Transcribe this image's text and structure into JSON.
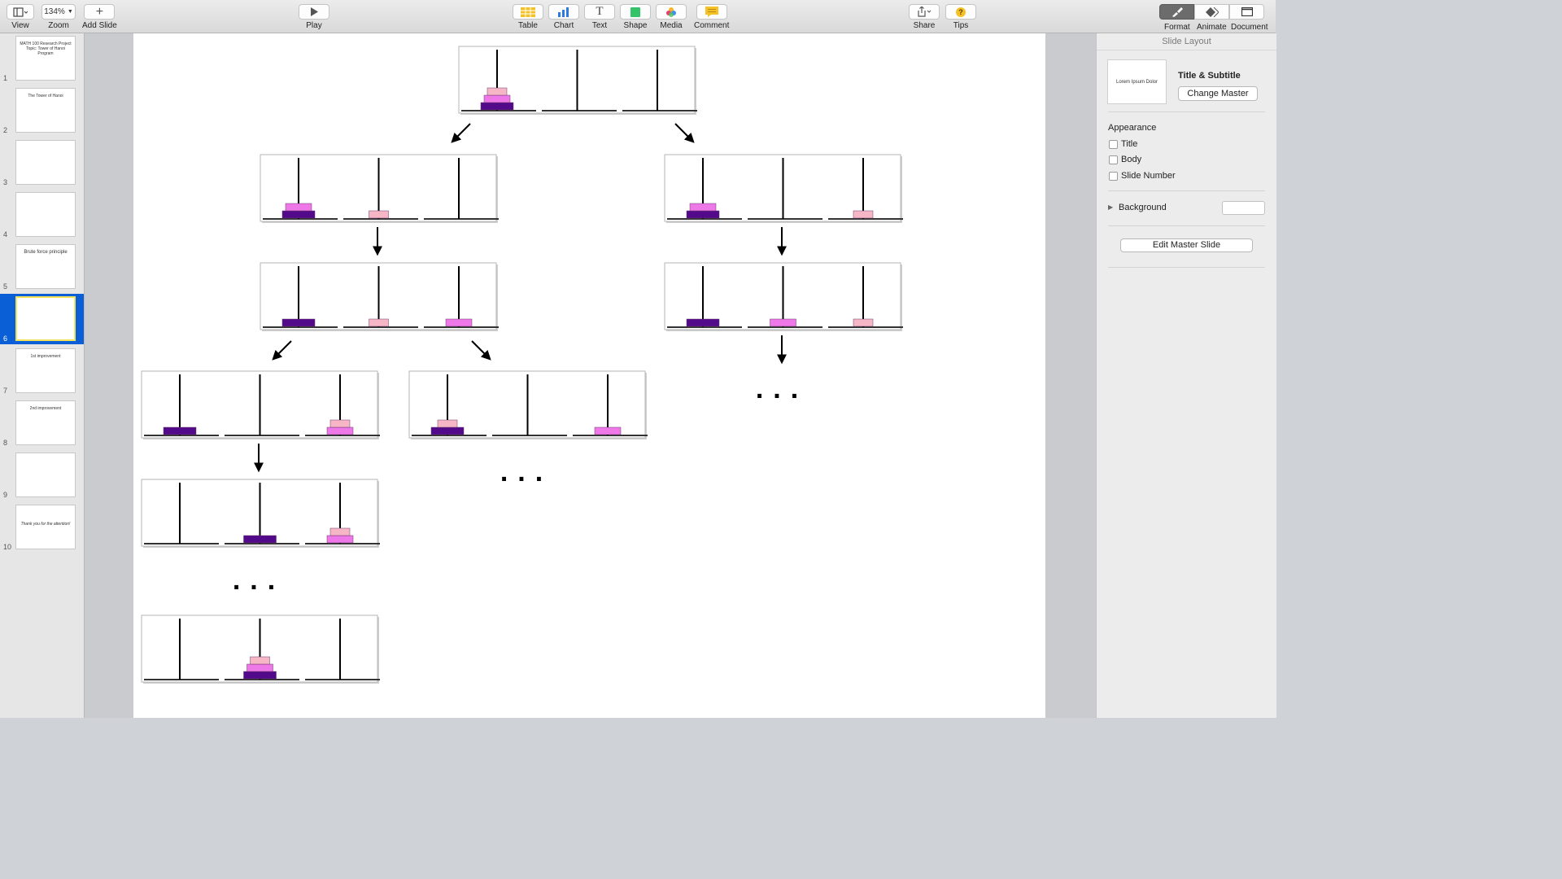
{
  "toolbar": {
    "view": "View",
    "zoom_value": "134%",
    "zoom": "Zoom",
    "add_slide": "Add Slide",
    "play": "Play",
    "table": "Table",
    "chart": "Chart",
    "text": "Text",
    "shape": "Shape",
    "media": "Media",
    "comment": "Comment",
    "share": "Share",
    "tips": "Tips",
    "format": "Format",
    "animate": "Animate",
    "document": "Document"
  },
  "navigator": {
    "selected": 6,
    "slides": [
      {
        "num": "1",
        "text": "MATH 100 Research Project Topic: Tower of Hanoi Program"
      },
      {
        "num": "2",
        "text": "The Tower of Hanoi"
      },
      {
        "num": "3",
        "text": ""
      },
      {
        "num": "4",
        "text": ""
      },
      {
        "num": "5",
        "text": "Brute force principle"
      },
      {
        "num": "6",
        "text": ""
      },
      {
        "num": "7",
        "text": "1st improvement"
      },
      {
        "num": "8",
        "text": "2nd improvement"
      },
      {
        "num": "9",
        "text": ""
      },
      {
        "num": "10",
        "text": "Thank you for the attention!"
      }
    ]
  },
  "colors": {
    "disk_small": "#f6b6c6",
    "disk_medium": "#ee78e8",
    "disk_large": "#520a8a",
    "selection": "#0b5fd6",
    "thumb_border": "#f3e25a"
  },
  "inspector": {
    "title": "Slide Layout",
    "preview_text": "Lorem Ipsum Dolor",
    "layout_name": "Title & Subtitle",
    "change_master": "Change Master",
    "appearance": "Appearance",
    "title_opt": "Title",
    "body_opt": "Body",
    "slide_number_opt": "Slide Number",
    "background": "Background",
    "edit_master": "Edit Master Slide"
  },
  "slide": {
    "ellipsis": "...",
    "panels": [
      {
        "id": "root",
        "pegs": [
          [
            "L",
            "M",
            "S"
          ],
          [],
          []
        ]
      },
      {
        "id": "l1-left",
        "pegs": [
          [
            "L",
            "M"
          ],
          [
            "S"
          ],
          []
        ]
      },
      {
        "id": "l1-right",
        "pegs": [
          [
            "L",
            "M"
          ],
          [],
          [
            "S"
          ]
        ]
      },
      {
        "id": "l2-left",
        "pegs": [
          [
            "L"
          ],
          [
            "S"
          ],
          [
            "M"
          ]
        ]
      },
      {
        "id": "l2-right",
        "pegs": [
          [
            "L"
          ],
          [
            "M"
          ],
          [
            "S"
          ]
        ]
      },
      {
        "id": "l3-left",
        "pegs": [
          [
            "L"
          ],
          [],
          [
            "M",
            "S"
          ]
        ]
      },
      {
        "id": "l3-mid",
        "pegs": [
          [
            "L",
            "S"
          ],
          [],
          [
            "M"
          ]
        ]
      },
      {
        "id": "l4",
        "pegs": [
          [],
          [
            "L"
          ],
          [
            "M",
            "S"
          ]
        ]
      },
      {
        "id": "goal",
        "pegs": [
          [],
          [
            "L",
            "M",
            "S"
          ],
          []
        ]
      }
    ]
  }
}
